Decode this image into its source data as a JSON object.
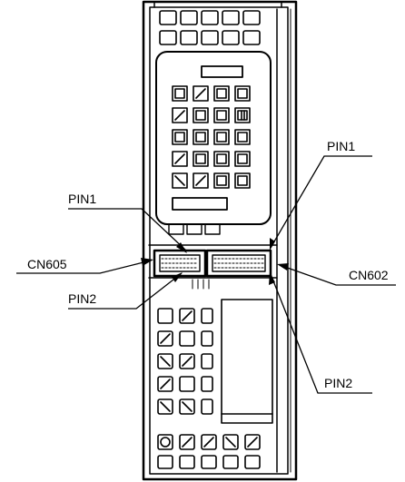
{
  "labels": {
    "pin1_left": "PIN1",
    "pin1_right": "PIN1",
    "cn605": "CN605",
    "cn602": "CN602",
    "pin2_left": "PIN2",
    "pin2_right": "PIN2"
  },
  "colors": {
    "ink": "#000000",
    "paper": "#ffffff"
  }
}
